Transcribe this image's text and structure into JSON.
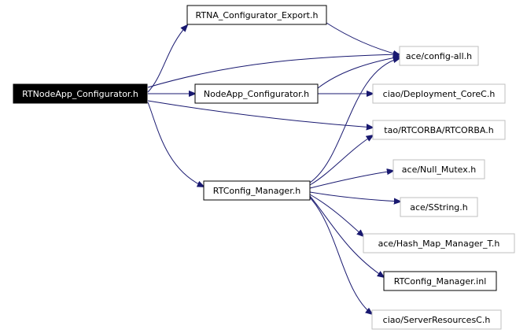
{
  "nodes": {
    "root": "RTNodeApp_Configurator.h",
    "export": "RTNA_Configurator_Export.h",
    "nodeapp": "NodeApp_Configurator.h",
    "manager": "RTConfig_Manager.h",
    "configall": "ace/config-all.h",
    "deployment": "ciao/Deployment_CoreC.h",
    "rtcorba": "tao/RTCORBA/RTCORBA.h",
    "nullmutex": "ace/Null_Mutex.h",
    "sstring": "ace/SString.h",
    "hashmap": "ace/Hash_Map_Manager_T.h",
    "inl": "RTConfig_Manager.inl",
    "serverres": "ciao/ServerResourcesC.h"
  },
  "colors": {
    "edge": "#191970",
    "root_fill": "#000000",
    "node_border": "#000000",
    "external_border": "#bfbfbf"
  }
}
